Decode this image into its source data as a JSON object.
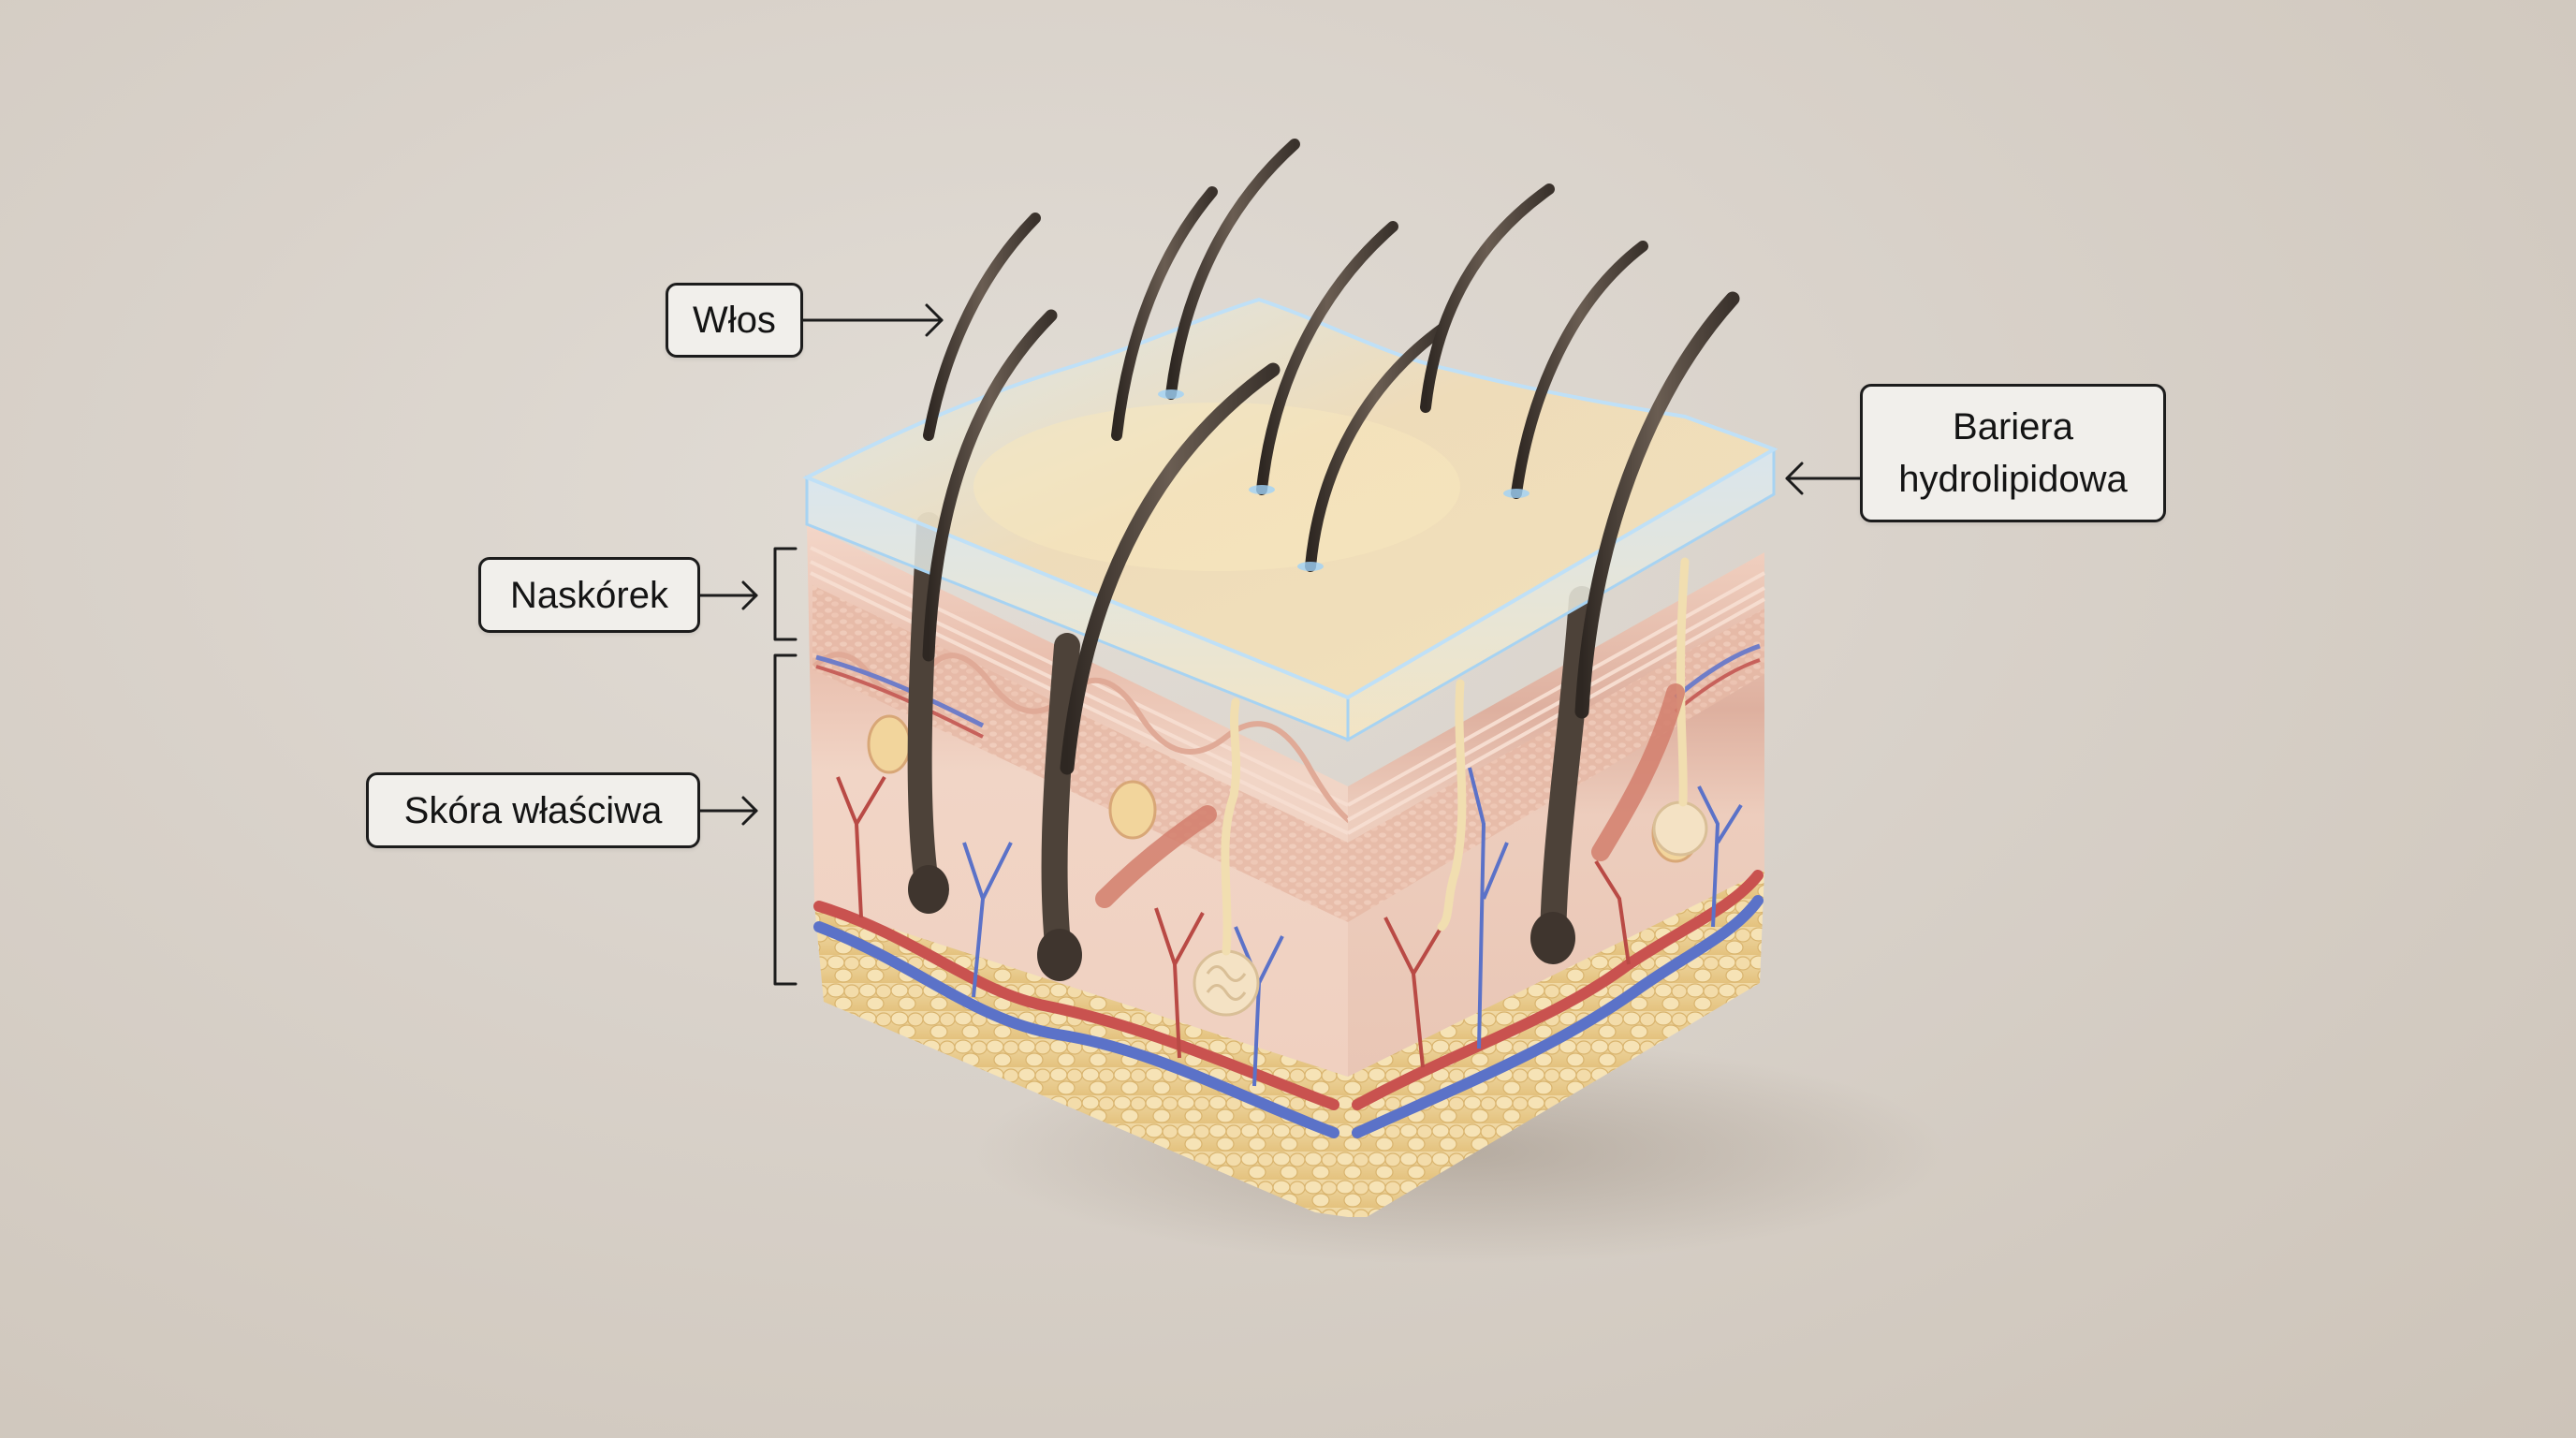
{
  "figure": {
    "subject": "skin cross-section 3D block",
    "background_color": "#d6d0c8"
  },
  "labels": {
    "hair": {
      "text": "Włos",
      "points_to": "hair shaft"
    },
    "hydrolipid_barrier": {
      "line1": "Bariera",
      "line2": "hydrolipidowa",
      "points_to": "translucent top layer"
    },
    "epidermis": {
      "text": "Naskórek",
      "points_to": "upper layer bracket"
    },
    "dermis": {
      "text": "Skóra właściwa",
      "points_to": "lower layer bracket"
    }
  },
  "colors": {
    "label_border": "#1c1c1c",
    "label_fill": "#f1efeb",
    "barrier": "#cfe3ef",
    "barrier_glow": "#8fc6f0",
    "epidermis": "#e9c2b0",
    "dermis": "#f0d3c4",
    "fat": "#ecd39a",
    "artery": "#c9524f",
    "vein": "#5b72c8",
    "hair": "#4a3f36",
    "nerve": "#f1deb0"
  }
}
